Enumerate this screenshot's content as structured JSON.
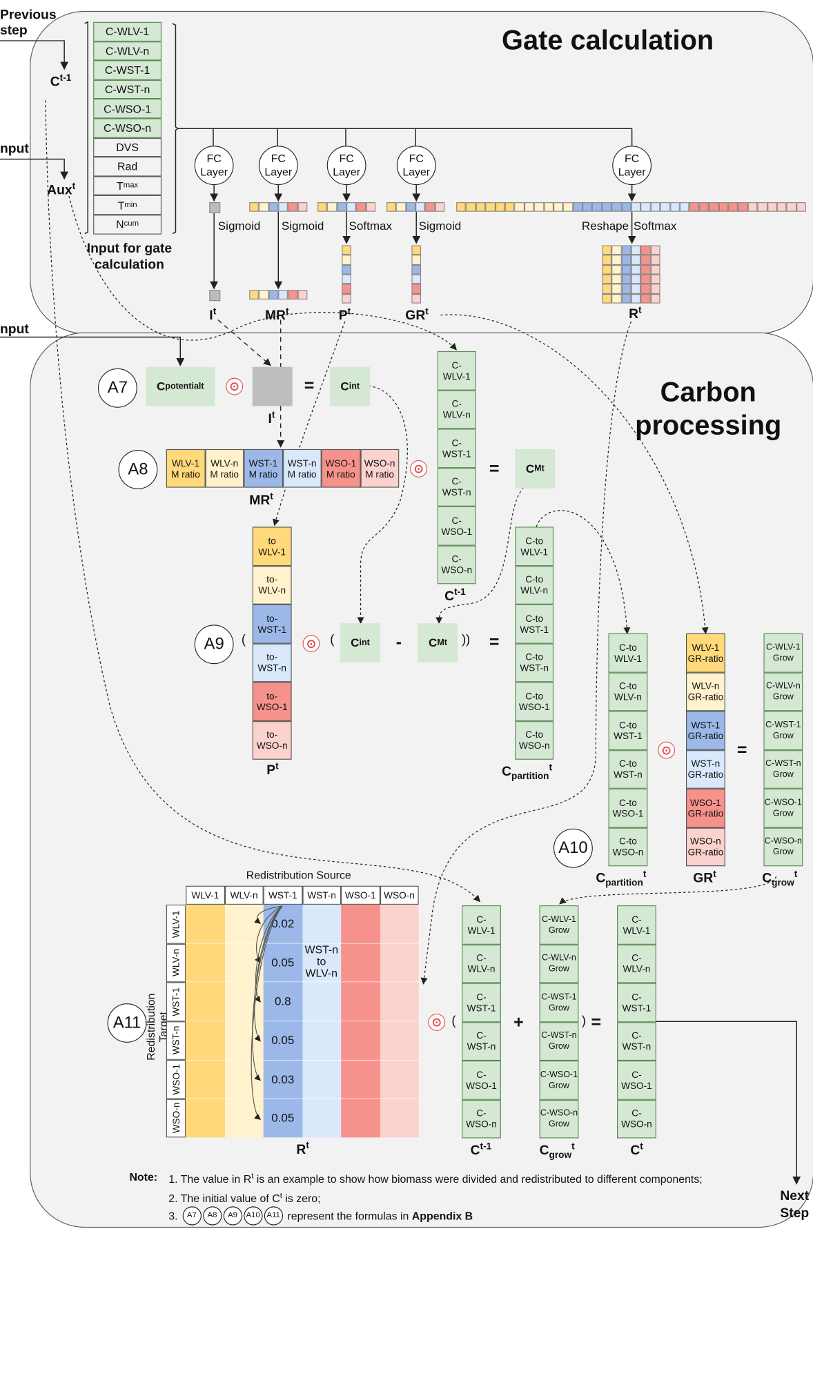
{
  "titles": {
    "gate": "Gate calculation",
    "carbon_line1": "Carbon",
    "carbon_line2": "processing"
  },
  "inputs": {
    "previous_line1": "Previous",
    "previous_line2": "step",
    "input1": "nput",
    "input2": "nput",
    "c_prev": "C",
    "c_prev_sup": "t-1",
    "aux": "Aux",
    "aux_sup": "t",
    "gate_input_line1": "Input for gate",
    "gate_input_line2": "calculation"
  },
  "gate_input_green": [
    "C-WLV-1",
    "C-WLV-n",
    "C-WST-1",
    "C-WST-n",
    "C-WSO-1",
    "C-WSO-n"
  ],
  "gate_input_aux": [
    "DVS",
    "Rad",
    "T",
    "T",
    "N"
  ],
  "gate_input_aux_sub": [
    "",
    "",
    "max",
    "min",
    "cum"
  ],
  "fc": {
    "line1": "FC",
    "line2": "Layer"
  },
  "activations": {
    "sigmoid": "Sigmoid",
    "softmax": "Softmax",
    "reshape": "Reshape"
  },
  "gate_outputs": {
    "I": "I",
    "MR": "MR",
    "P": "P",
    "GR": "GR",
    "R": "R",
    "sup": "t"
  },
  "A7": {
    "tag": "A7",
    "c_potential": "C",
    "c_potential_sub": "potential",
    "c_in": "C",
    "c_in_sub": "in",
    "I": "I",
    "sup": "t",
    "eq": "="
  },
  "A8": {
    "tag": "A8",
    "cells": [
      [
        "WLV-1",
        "M ratio"
      ],
      [
        "WLV-n",
        "M ratio"
      ],
      [
        "WST-1",
        "M ratio"
      ],
      [
        "WST-n",
        "M ratio"
      ],
      [
        "WSO-1",
        "M ratio"
      ],
      [
        "WSO-n",
        "M ratio"
      ]
    ],
    "label": "MR",
    "c_m": "C",
    "c_m_sub": "M",
    "sup": "t",
    "eq": "="
  },
  "c_prev_col": {
    "cells": [
      [
        "C-",
        "WLV-1"
      ],
      [
        "C-",
        "WLV-n"
      ],
      [
        "C-",
        "WST-1"
      ],
      [
        "C-",
        "WST-n"
      ],
      [
        "C-",
        "WSO-1"
      ],
      [
        "C-",
        "WSO-n"
      ]
    ],
    "label": "C",
    "sup": "t-1"
  },
  "A9": {
    "tag": "A9",
    "p_cells": [
      [
        "to",
        "WLV-1"
      ],
      [
        "to-",
        "WLV-n"
      ],
      [
        "to-",
        "WST-1"
      ],
      [
        "to-",
        "WST-n"
      ],
      [
        "to-",
        "WSO-1"
      ],
      [
        "to-",
        "WSO-n"
      ]
    ],
    "p_label": "P",
    "open": "(",
    "open2": "(",
    "minus": "-",
    "close": "))",
    "eq": "=",
    "c_in": "C",
    "c_in_sub": "in",
    "c_m": "C",
    "c_m_sub": "M",
    "sup": "t",
    "partition_cells": [
      [
        "C-to",
        "WLV-1"
      ],
      [
        "C-to",
        "WLV-n"
      ],
      [
        "C-to",
        "WST-1"
      ],
      [
        "C-to",
        "WST-n"
      ],
      [
        "C-to",
        "WSO-1"
      ],
      [
        "C-to",
        "WSO-n"
      ]
    ],
    "partition_label": "C",
    "partition_sub": "partition"
  },
  "A10": {
    "tag": "A10",
    "partition_cells": [
      [
        "C-to",
        "WLV-1"
      ],
      [
        "C-to",
        "WLV-n"
      ],
      [
        "C-to",
        "WST-1"
      ],
      [
        "C-to",
        "WST-n"
      ],
      [
        "C-to",
        "WSO-1"
      ],
      [
        "C-to",
        "WSO-n"
      ]
    ],
    "gr_cells": [
      [
        "WLV-1",
        "GR-ratio"
      ],
      [
        "WLV-n",
        "GR-ratio"
      ],
      [
        "WST-1",
        "GR-ratio"
      ],
      [
        "WST-n",
        "GR-ratio"
      ],
      [
        "WSO-1",
        "GR-ratio"
      ],
      [
        "WSO-n",
        "GR-ratio"
      ]
    ],
    "grow_cells": [
      [
        "C-WLV-1",
        "Grow"
      ],
      [
        "C-WLV-n",
        "Grow"
      ],
      [
        "C-WST-1",
        "Grow"
      ],
      [
        "C-WST-n",
        "Grow"
      ],
      [
        "C-WSO-1",
        "Grow"
      ],
      [
        "C-WSO-n",
        "Grow"
      ]
    ],
    "partition_label": "C",
    "partition_sub": "partition",
    "gr_label": "GR",
    "grow_label": "C",
    "grow_sub": "grow",
    "sup": "t",
    "eq": "="
  },
  "A11": {
    "tag": "A11",
    "source_title": "Redistribution Source",
    "target_title": "Redistribution Target",
    "columns": [
      "WLV-1",
      "WLV-n",
      "WST-1",
      "WST-n",
      "WSO-1",
      "WSO-n"
    ],
    "rows": [
      "WLV-1",
      "WLV-n",
      "WST-1",
      "WST-n",
      "WSO-1",
      "WSO-n"
    ],
    "wst1_values": [
      "0.02",
      "0.05",
      "0.8",
      "0.05",
      "0.03",
      "0.05"
    ],
    "annotation_line1": "WST-n",
    "annotation_line2": "to",
    "annotation_line3": "WLV-n",
    "r_label": "R",
    "sup": "t",
    "open": "(",
    "plus": "+",
    "close": ")",
    "eq": "=",
    "c_prev_cells": [
      [
        "C-",
        "WLV-1"
      ],
      [
        "C-",
        "WLV-n"
      ],
      [
        "C-",
        "WST-1"
      ],
      [
        "C-",
        "WST-n"
      ],
      [
        "C-",
        "WSO-1"
      ],
      [
        "C-",
        "WSO-n"
      ]
    ],
    "c_prev_label": "C",
    "c_prev_sup": "t-1",
    "grow_cells": [
      [
        "C-WLV-1",
        "Grow"
      ],
      [
        "C-WLV-n",
        "Grow"
      ],
      [
        "C-WST-1",
        "Grow"
      ],
      [
        "C-WST-n",
        "Grow"
      ],
      [
        "C-WSO-1",
        "Grow"
      ],
      [
        "C-WSO-n",
        "Grow"
      ]
    ],
    "grow_label": "C",
    "grow_sub": "grow",
    "c_cells": [
      [
        "C-",
        "WLV-1"
      ],
      [
        "C-",
        "WLV-n"
      ],
      [
        "C-",
        "WST-1"
      ],
      [
        "C-",
        "WST-n"
      ],
      [
        "C-",
        "WSO-1"
      ],
      [
        "C-",
        "WSO-n"
      ]
    ],
    "c_label": "C"
  },
  "next_step": {
    "line1": "Next",
    "line2": "Step"
  },
  "note": {
    "title": "Note:",
    "line1_pre": "1. The value in R",
    "line1_sup": "t",
    "line1_post": " is an example to show how biomass were divided and redistributed to different components;",
    "line2_pre": "2. The initial value of C",
    "line2_sup": "t",
    "line2_post": " is zero;",
    "line3_pre": "3.",
    "line3_tags": [
      "A7",
      "A8",
      "A9",
      "A10",
      "A11"
    ],
    "line3_mid": " represent the formulas in ",
    "line3_bold": "Appendix B"
  },
  "colors": {
    "wlv1": "#ffd97a",
    "wlvn": "#fff2cc",
    "wst1": "#9bb8e8",
    "wstn": "#dae8fc",
    "wso1": "#f6928c",
    "wson": "#fbd2ce",
    "green": "#d5e8d4",
    "gray": "#c0c0c0",
    "odot": "#e05050"
  }
}
